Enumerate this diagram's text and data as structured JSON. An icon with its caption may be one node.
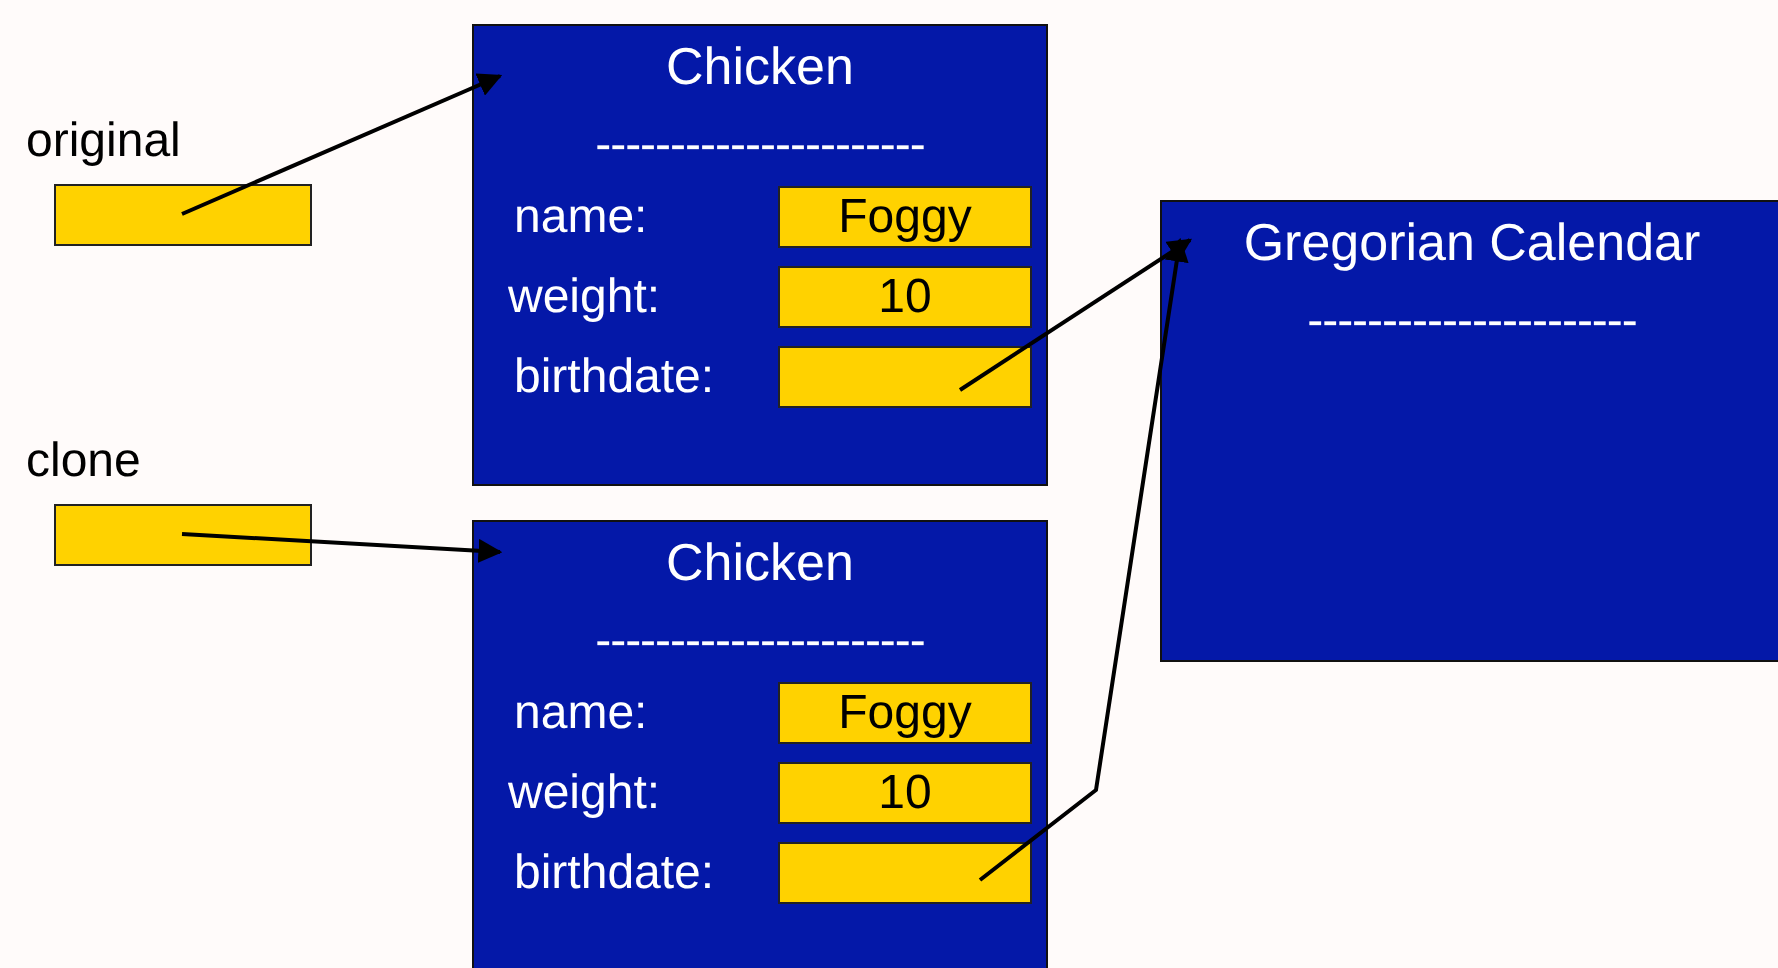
{
  "diagram": {
    "nodes": [
      {
        "text": [
          "original"
        ]
      },
      {
        "text": [
          "Chicken",
          "----------------------"
        ]
      },
      {
        "text": [
          "Foggy"
        ],
        "in": 1,
        "beside": [
          "name:"
        ]
      },
      {
        "text": [
          "10"
        ],
        "in": 1,
        "beside": [
          "weight:"
        ]
      },
      {
        "text": [],
        "shape": "box",
        "in": 1,
        "beside": [
          "birthdate:"
        ]
      },
      {
        "text": [
          "clone"
        ]
      },
      {
        "text": [
          "Chicken",
          "----------------------"
        ]
      },
      {
        "text": [
          "Foggy"
        ],
        "in": 6,
        "beside": [
          "name:"
        ]
      },
      {
        "text": [
          "10"
        ],
        "in": 6,
        "beside": [
          "weight:"
        ]
      },
      {
        "text": [],
        "shape": "box",
        "in": 6,
        "beside": [
          "birthdate:"
        ]
      },
      {
        "text": [
          "Gregorian Calendar",
          "----------------------"
        ]
      }
    ],
    "edges": [
      {
        "from": 0,
        "to": 1,
        "arrow": "to"
      },
      {
        "from": 4,
        "to": 10,
        "arrow": "to"
      },
      {
        "from": 5,
        "to": 6,
        "arrow": "to"
      },
      {
        "from": 9,
        "to": 10,
        "arrow": "to"
      }
    ]
  }
}
